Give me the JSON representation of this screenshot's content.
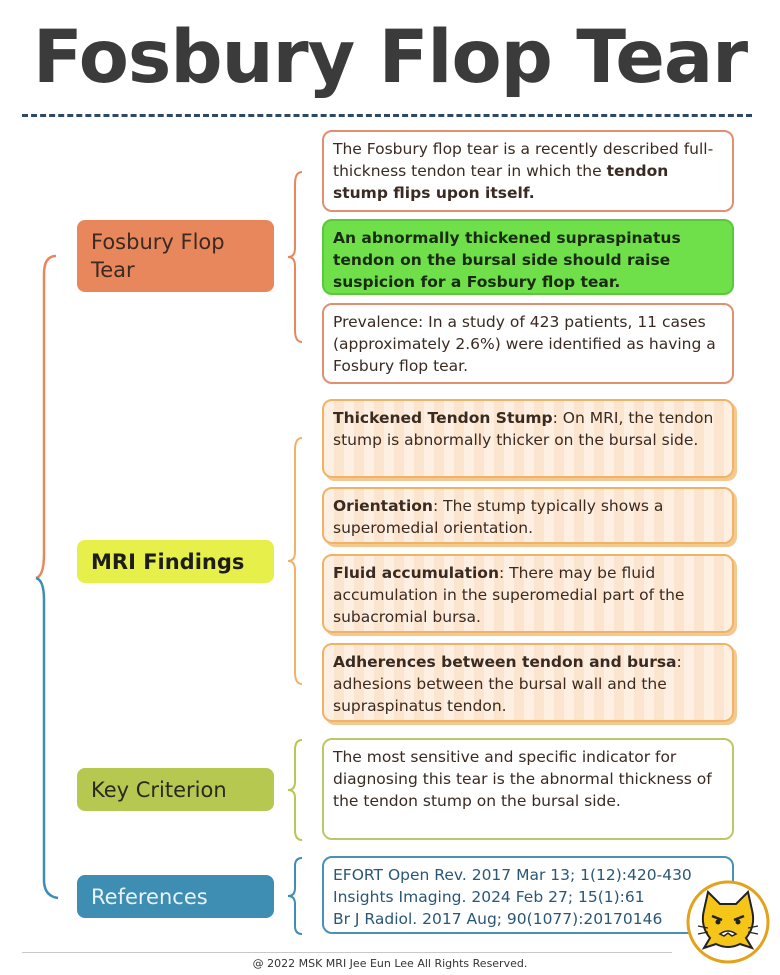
{
  "title": "Fosbury Flop Tear",
  "sections": {
    "fosbury": {
      "label": "Fosbury Flop Tear",
      "definition": {
        "text": "The Fosbury flop tear is a recently described full-thickness tendon tear in which the ",
        "bold": "tendon stump flips upon itself."
      },
      "highlight": "An abnormally thickened supraspinatus tendon on the bursal side should raise suspicion for a Fosbury flop tear.",
      "prevalence": "Prevalence: In a study of 423 patients, 11 cases (approximately 2.6%) were identified as having a Fosbury flop tear."
    },
    "mri": {
      "label": "MRI Findings",
      "findings": [
        {
          "term": "Thickened Tendon Stump",
          "text": ": On MRI, the tendon stump is abnormally thicker on the bursal side."
        },
        {
          "term": "Orientation",
          "text": ": The stump typically shows a superomedial orientation."
        },
        {
          "term": "Fluid accumulation",
          "text": ": There may be fluid accumulation in the superomedial part of the subacromial bursa."
        },
        {
          "term": "Adherences between tendon and bursa",
          "text": ": adhesions between the bursal wall and the supraspinatus tendon."
        }
      ]
    },
    "key": {
      "label": "Key Criterion",
      "text": "The most sensitive and specific indicator for diagnosing this tear is the abnormal thickness of the tendon stump on the bursal side."
    },
    "references": {
      "label": "References",
      "items": [
        "EFORT Open Rev. 2017 Mar 13; 1(12):420-430",
        "Insights Imaging. 2024 Feb 27; 15(1):61",
        "Br J Radiol. 2017 Aug; 90(1077):20170146"
      ]
    }
  },
  "footer": "@ 2022 MSK MRI Jee Eun Lee All Rights Reserved.",
  "colors": {
    "orange": "#e9875c",
    "yellow": "#e7ef4b",
    "olive": "#b7c850",
    "blue": "#3e8db3",
    "green_highlight": "#6fe04a"
  }
}
